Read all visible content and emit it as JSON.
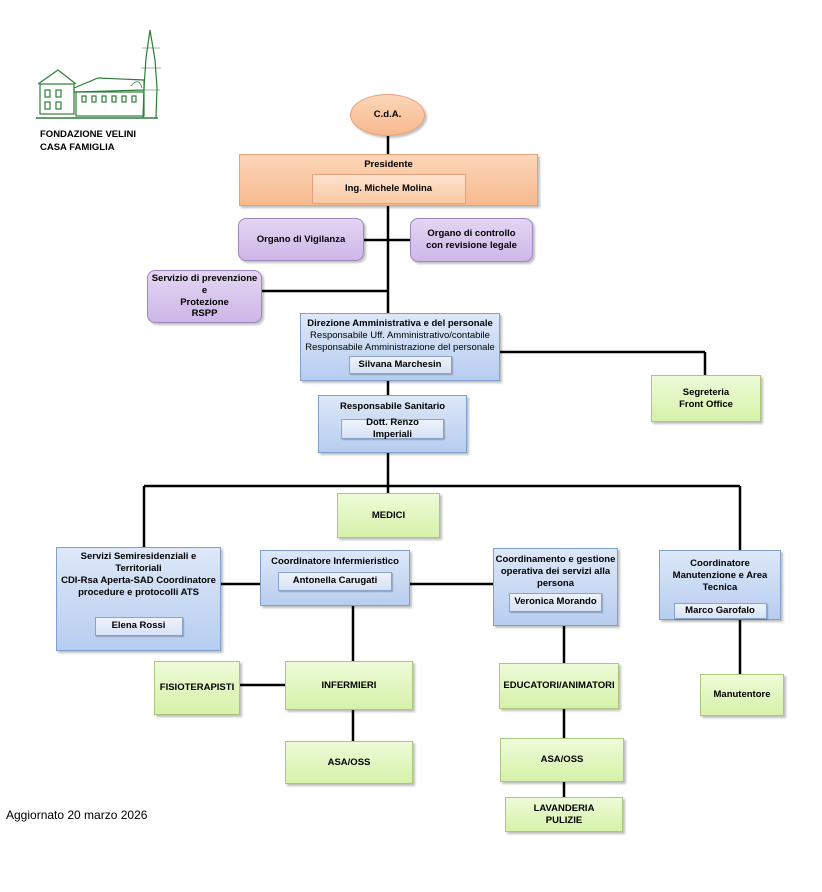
{
  "header": {
    "logo_icon": "house-drawing-icon",
    "org_line1": "FONDAZIONE VELINI",
    "org_line2": "CASA FAMIGLIA"
  },
  "nodes": {
    "cda": {
      "label": "C.d.A."
    },
    "presidente": {
      "title": "Presidente",
      "person": "Ing. Michele Molina"
    },
    "vigilanza": {
      "label": "Organo di Vigilanza"
    },
    "controllo": {
      "line1": "Organo di controllo",
      "line2": "con revisione legale"
    },
    "rspp": {
      "line1": "Servizio di prevenzione e",
      "line2": "Protezione",
      "line3": "RSPP"
    },
    "direzione": {
      "title": "Direzione Amministrativa e del personale",
      "line2": "Responsabile Uff. Amministrativo/contabile",
      "line3": "Responsabile Amministrazione del personale",
      "person": "Silvana Marchesin"
    },
    "segreteria": {
      "line1": "Segreteria",
      "line2": "Front Office"
    },
    "sanitario": {
      "title": "Responsabile  Sanitario",
      "person": "Dott. Renzo Imperiali"
    },
    "medici": {
      "label": "MEDICI"
    },
    "semiresidenziali": {
      "line1": "Servizi Semiresidenziali e Territoriali",
      "line2": "CDI-Rsa Aperta-SAD Coordinatore",
      "line3": "procedure e protocolli ATS",
      "person": "Elena Rossi"
    },
    "infermieristico": {
      "title": "Coordinatore Infermieristico",
      "person": "Antonella Carugati"
    },
    "gestione": {
      "line1": "Coordinamento e gestione",
      "line2": "operativa dei servizi alla",
      "line3": "persona",
      "person": "Veronica Morando"
    },
    "manutenzione": {
      "line1": "Coordinatore Manutenzione e Area",
      "line2": "Tecnica",
      "person": "Marco Garofalo"
    },
    "fisioterapisti": {
      "label": "FISIOTERAPISTI"
    },
    "infermieri": {
      "label": "INFERMIERI"
    },
    "asa1": {
      "label": "ASA/OSS"
    },
    "educatori": {
      "label": "EDUCATORI/ANIMATORI"
    },
    "asa2": {
      "label": "ASA/OSS"
    },
    "lavanderia": {
      "line1": "LAVANDERIA",
      "line2": "PULIZIE"
    },
    "manutentore": {
      "label": "Manutentore"
    }
  },
  "footer": {
    "updated": "Aggiornato 20 marzo 2026"
  },
  "colors": {
    "orange": "#f7b98e",
    "purple": "#cdb7e8",
    "blue": "#b7cdf0",
    "green": "#d6f1a9",
    "connector": "#000000"
  }
}
